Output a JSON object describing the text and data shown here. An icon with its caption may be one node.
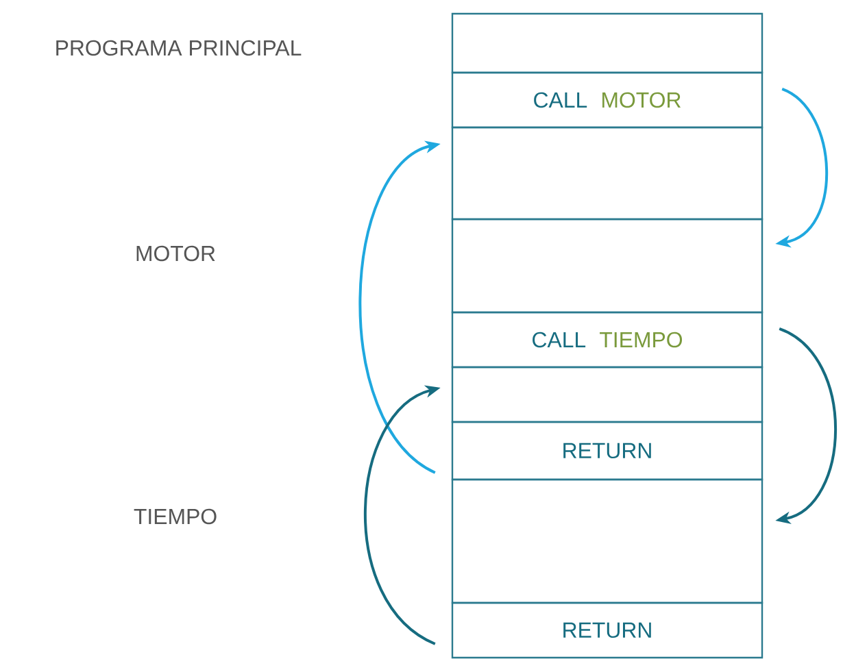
{
  "diagram": {
    "nodes": [
      {
        "text": [],
        "shape": "box"
      },
      {
        "text": [
          "CALL",
          "MOTOR"
        ]
      },
      {
        "text": [],
        "shape": "box"
      },
      {
        "text": [],
        "shape": "box"
      },
      {
        "text": [
          "CALL",
          "TIEMPO"
        ]
      },
      {
        "text": [],
        "shape": "box"
      },
      {
        "text": [
          "RETURN"
        ]
      },
      {
        "text": [],
        "shape": "box"
      },
      {
        "text": [
          "RETURN"
        ]
      }
    ],
    "edges": [
      {
        "from": 1,
        "to": 3,
        "arrow": "to",
        "color": "#1fa8df"
      },
      {
        "from": 6,
        "to": 2,
        "arrow": "to",
        "color": "#1fa8df"
      },
      {
        "from": 4,
        "to": 7,
        "arrow": "to",
        "color": "#166c80"
      },
      {
        "from": 8,
        "to": 5,
        "arrow": "to",
        "color": "#166c80"
      }
    ],
    "labels": [
      "PROGRAMA PRINCIPAL",
      "MOTOR",
      "TIEMPO"
    ]
  }
}
